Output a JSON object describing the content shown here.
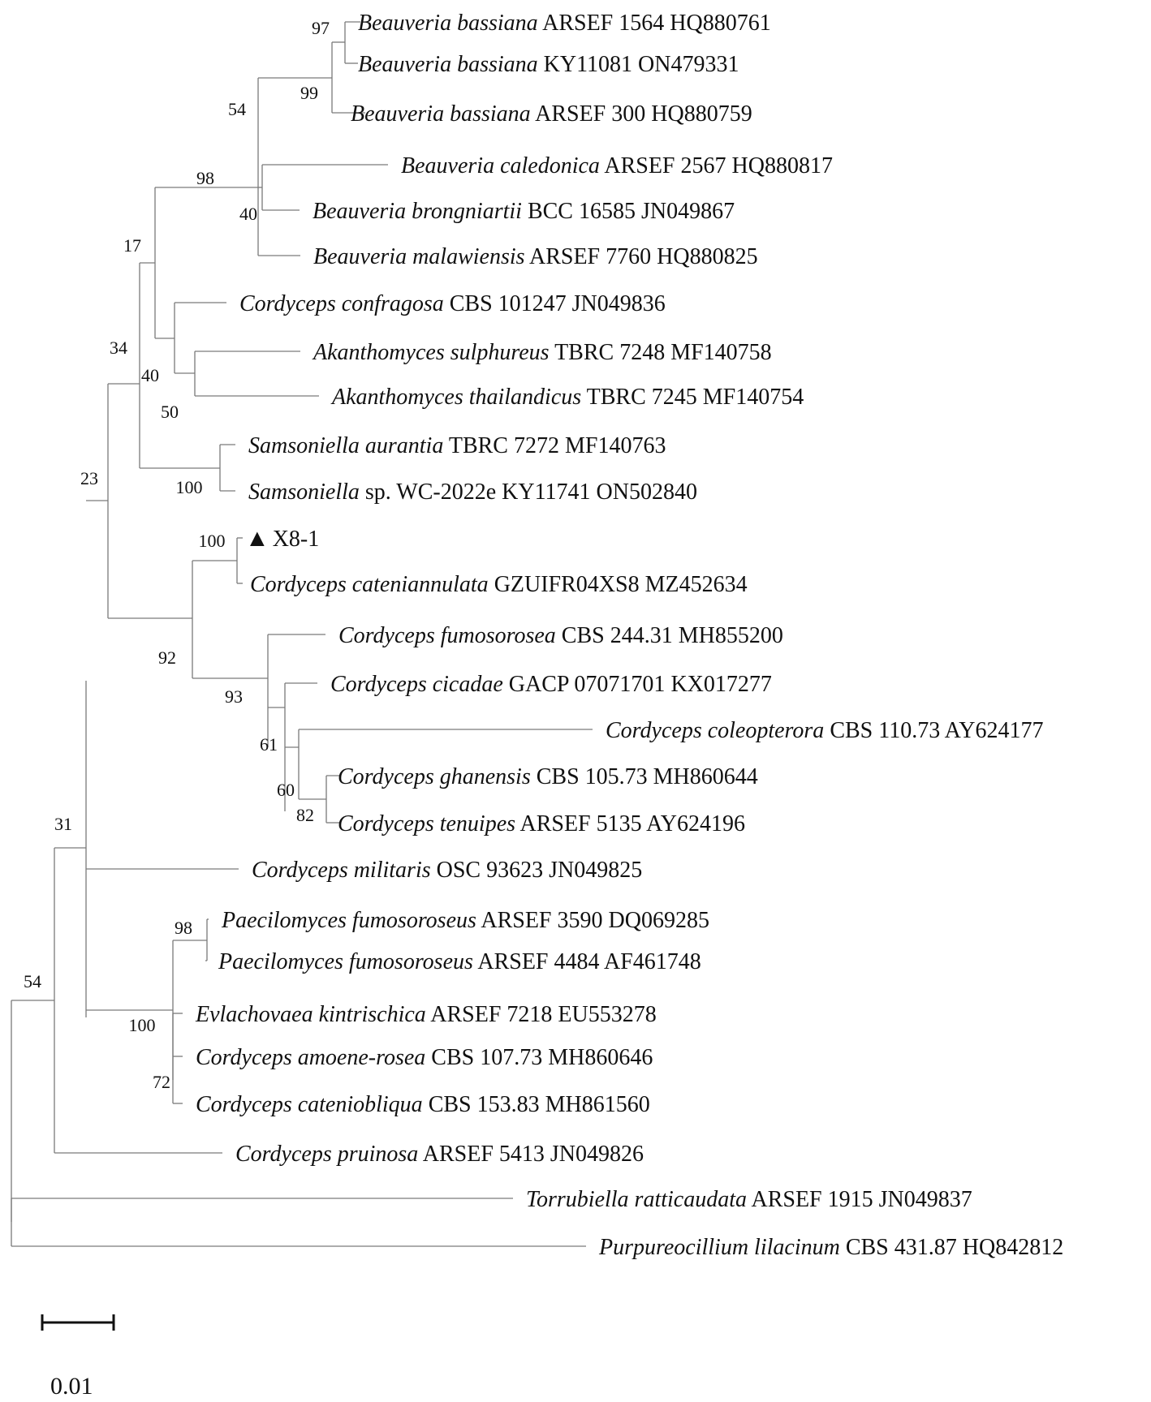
{
  "taxa": [
    {
      "species": "Beauveria bassiana",
      "strain": "ARSEF 1564",
      "accession": "HQ880761"
    },
    {
      "species": "Beauveria bassiana",
      "strain": "KY11081",
      "accession": "ON479331"
    },
    {
      "species": "Beauveria bassiana",
      "strain": "ARSEF 300",
      "accession": "HQ880759"
    },
    {
      "species": "Beauveria caledonica",
      "strain": "ARSEF 2567",
      "accession": "HQ880817"
    },
    {
      "species": "Beauveria brongniartii",
      "strain": "BCC 16585",
      "accession": "JN049867"
    },
    {
      "species": "Beauveria malawiensis",
      "strain": "ARSEF 7760",
      "accession": "HQ880825"
    },
    {
      "species": "Cordyceps confragosa",
      "strain": "CBS 101247",
      "accession": "JN049836"
    },
    {
      "species": "Akanthomyces sulphureus",
      "strain": "TBRC 7248",
      "accession": "MF140758"
    },
    {
      "species": "Akanthomyces thailandicus",
      "strain": "TBRC 7245",
      "accession": "MF140754"
    },
    {
      "species": "Samsoniella aurantia",
      "strain": "TBRC 7272",
      "accession": "MF140763"
    },
    {
      "species": "Samsoniella",
      "suffix": "sp. WC-2022e",
      "strain": "KY11741",
      "accession": "ON502840"
    },
    {
      "marker": "▲",
      "label": "X8-1"
    },
    {
      "species": "Cordyceps cateniannulata",
      "strain": "GZUIFR04XS8",
      "accession": "MZ452634"
    },
    {
      "species": "Cordyceps fumosorosea",
      "strain": "CBS 244.31",
      "accession": "MH855200"
    },
    {
      "species": "Cordyceps cicadae",
      "strain": "GACP 07071701",
      "accession": "KX017277"
    },
    {
      "species": "Cordyceps coleopterora",
      "strain": "CBS 110.73",
      "accession": "AY624177"
    },
    {
      "species": "Cordyceps ghanensis",
      "strain": "CBS 105.73",
      "accession": "MH860644"
    },
    {
      "species": "Cordyceps tenuipes",
      "strain": "ARSEF 5135",
      "accession": "AY624196"
    },
    {
      "species": "Cordyceps militaris",
      "strain": "OSC 93623",
      "accession": "JN049825"
    },
    {
      "species": "Paecilomyces fumosoroseus",
      "strain": "ARSEF 3590",
      "accession": "DQ069285"
    },
    {
      "species": "Paecilomyces fumosoroseus",
      "strain": "ARSEF 4484",
      "accession": "AF461748"
    },
    {
      "species": "Evlachovaea kintrischica",
      "strain": "ARSEF 7218",
      "accession": "EU553278"
    },
    {
      "species": "Cordyceps amoene-rosea",
      "strain": "CBS 107.73",
      "accession": "MH860646"
    },
    {
      "species": "Cordyceps cateniobliqua",
      "strain": "CBS 153.83",
      "accession": "MH861560"
    },
    {
      "species": "Cordyceps pruinosa",
      "strain": "ARSEF 5413",
      "accession": "JN049826"
    },
    {
      "species": "Torrubiella ratticaudata",
      "strain": "ARSEF 1915",
      "accession": "JN049837"
    },
    {
      "species": "Purpureocillium lilacinum",
      "strain": "CBS 431.87",
      "accession": "HQ842812"
    }
  ],
  "bootstrap_values": [
    "97",
    "99",
    "54",
    "98",
    "40",
    "17",
    "40",
    "50",
    "34",
    "100",
    "23",
    "100",
    "92",
    "93",
    "61",
    "60",
    "82",
    "31",
    "98",
    "100",
    "72",
    "54"
  ],
  "scale_bar": {
    "label": "0.01"
  }
}
